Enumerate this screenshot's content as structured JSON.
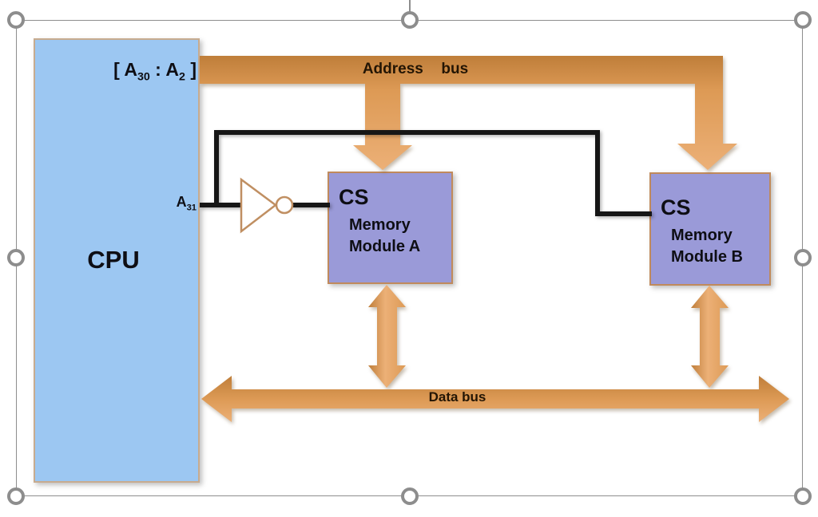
{
  "colors": {
    "cpu_fill": "#9cc7f2",
    "cpu_border": "#c7ab8f",
    "module_fill": "#9a9ad8",
    "module_border": "#c08a5c",
    "bus_dark": "#bf7e3a",
    "bus_mid": "#dd9a55",
    "bus_light": "#ecb077",
    "wire_black": "#161616",
    "inverter_stroke": "#c08f62",
    "handle_gray": "#8d8d8d",
    "label_dark": "#231504",
    "text_black": "#0e0e14"
  },
  "cpu": {
    "label": "CPU",
    "address_range": {
      "open": "[ A",
      "sub_high": "30",
      "separator": " : A",
      "sub_low": "2",
      "close": " ]"
    },
    "a31": {
      "base": "A",
      "sub": "31"
    }
  },
  "buses": {
    "address": {
      "label": "Address  bus"
    },
    "data": {
      "label": "Data bus"
    }
  },
  "modules": [
    {
      "cs": "CS",
      "name_line1": "Memory",
      "name_line2": "Module A"
    },
    {
      "cs": "CS",
      "name_line1": "Memory",
      "name_line2": "Module B"
    }
  ]
}
